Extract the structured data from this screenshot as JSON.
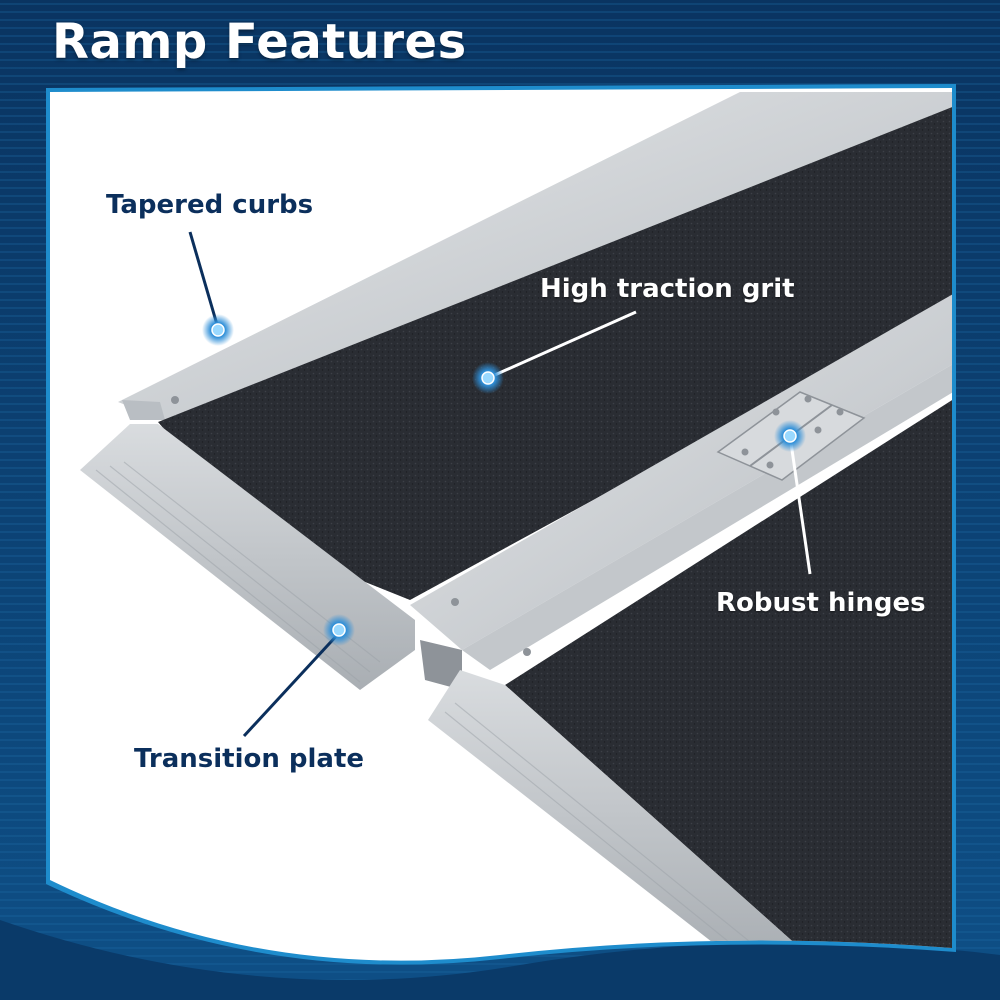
{
  "header": {
    "title": "Ramp Features"
  },
  "callouts": [
    {
      "id": "tapered-curbs",
      "text": "Tapered curbs"
    },
    {
      "id": "high-traction-grit",
      "text": "High traction grit"
    },
    {
      "id": "robust-hinges",
      "text": "Robust hinges"
    },
    {
      "id": "transition-plate",
      "text": "Transition plate"
    }
  ],
  "colors": {
    "background_blue": "#0b3d6e",
    "frame_blue": "#1e8ccc",
    "label_navy": "#0b2f5c",
    "grit_dark": "#26292e",
    "aluminum": "#c9cdd1",
    "dot_glow": "#2f8fd8"
  }
}
